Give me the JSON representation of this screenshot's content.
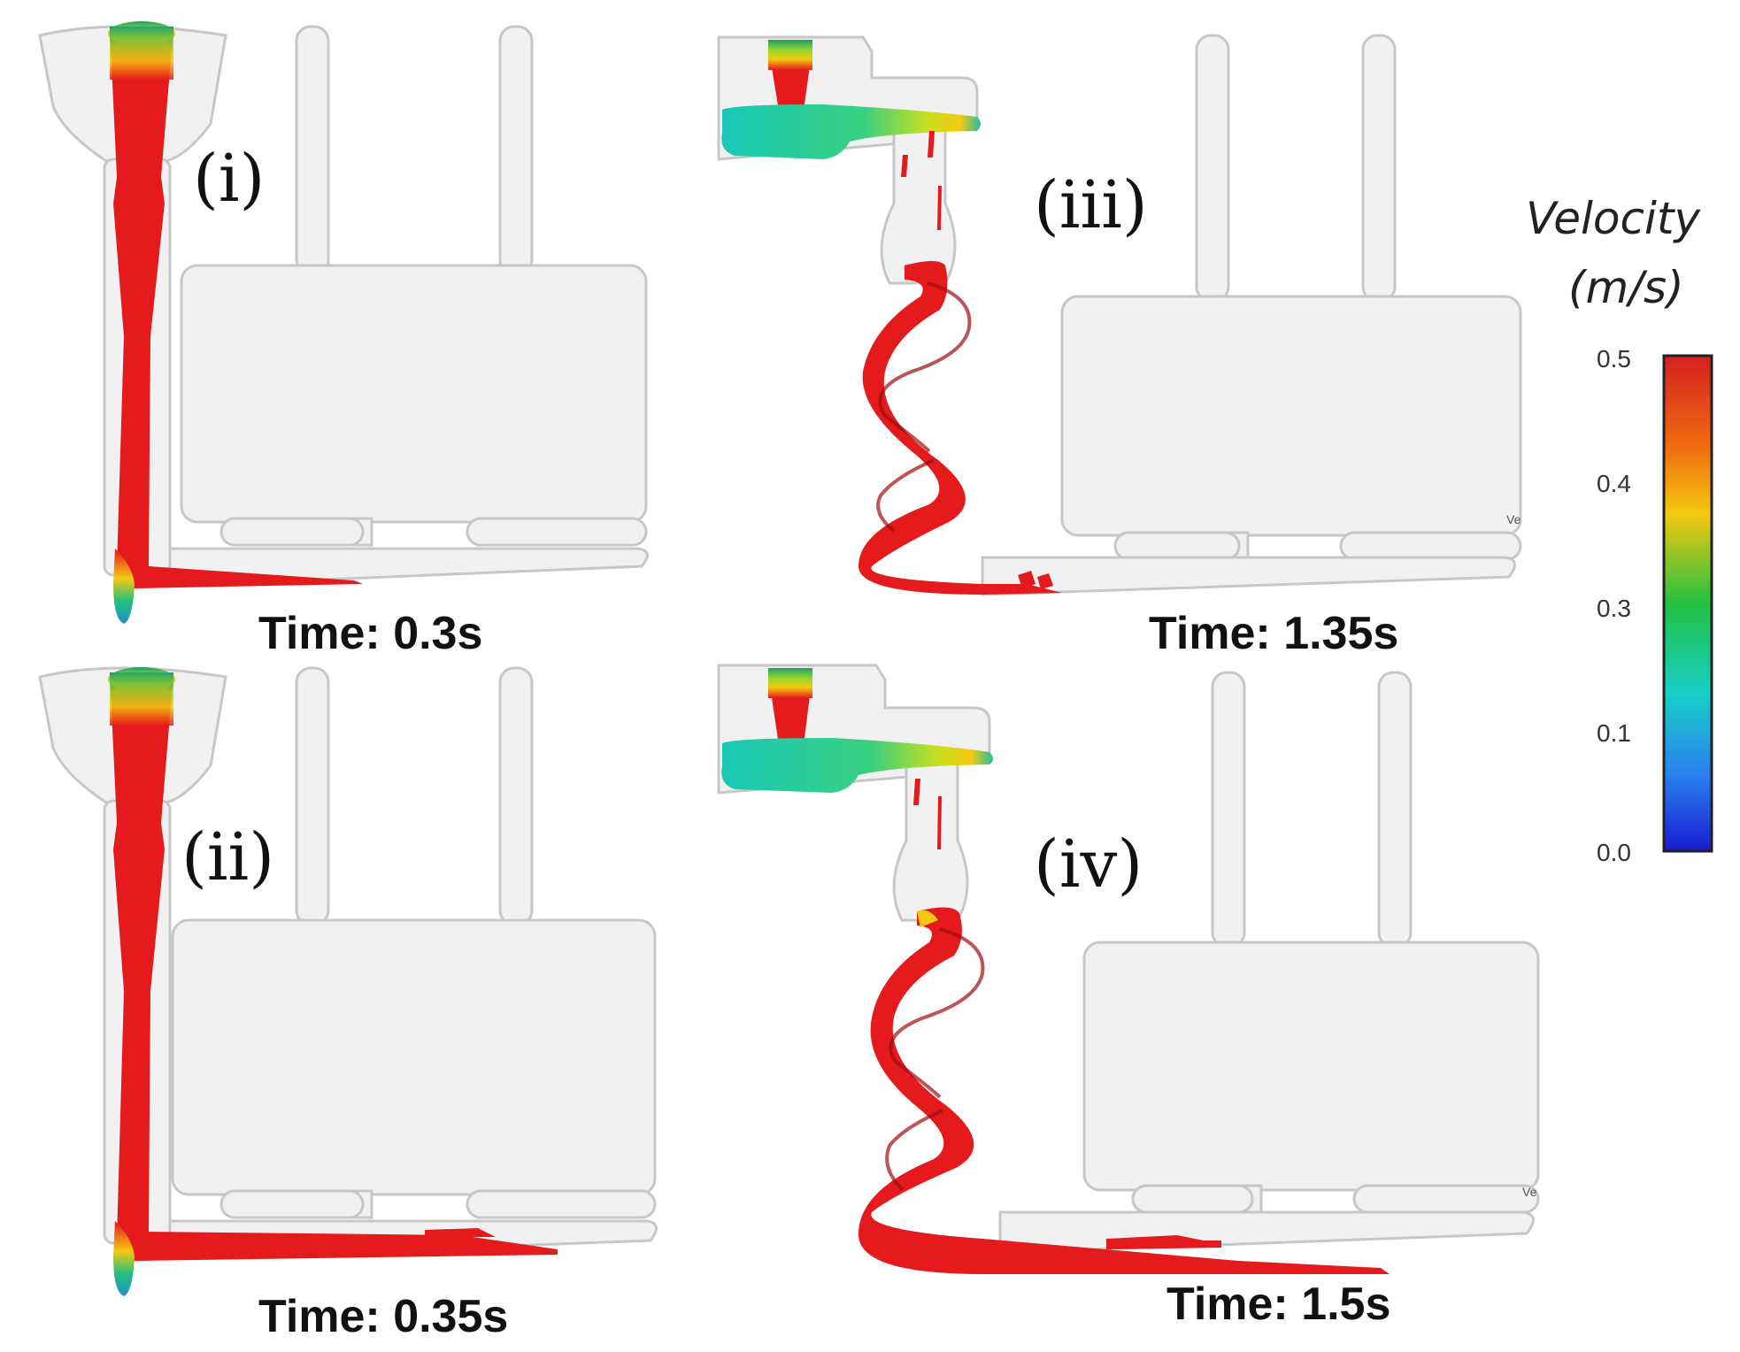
{
  "panels": [
    {
      "label": "(i)",
      "time": "Time: 0.3s"
    },
    {
      "label": "(ii)",
      "time": "Time: 0.35s"
    },
    {
      "label": "(iii)",
      "time": "Time: 1.35s"
    },
    {
      "label": "(iv)",
      "time": "Time: 1.5s"
    }
  ],
  "legend": {
    "title_line1": "Velocity",
    "title_line2": "(m/s)",
    "ticks": [
      "0.5",
      "0.4",
      "0.3",
      "0.1",
      "0.0"
    ],
    "colors": [
      "#d42020",
      "#f06a10",
      "#f5c810",
      "#22c040",
      "#18d0c8",
      "#2a7ef0",
      "#1a1ad0"
    ]
  },
  "mark": "Ve",
  "colors": {
    "mold": "#f1f1f1",
    "mold_edge": "#c7c7c7",
    "fill": "#e41a1c",
    "fill_edge": "#a00d0d"
  }
}
